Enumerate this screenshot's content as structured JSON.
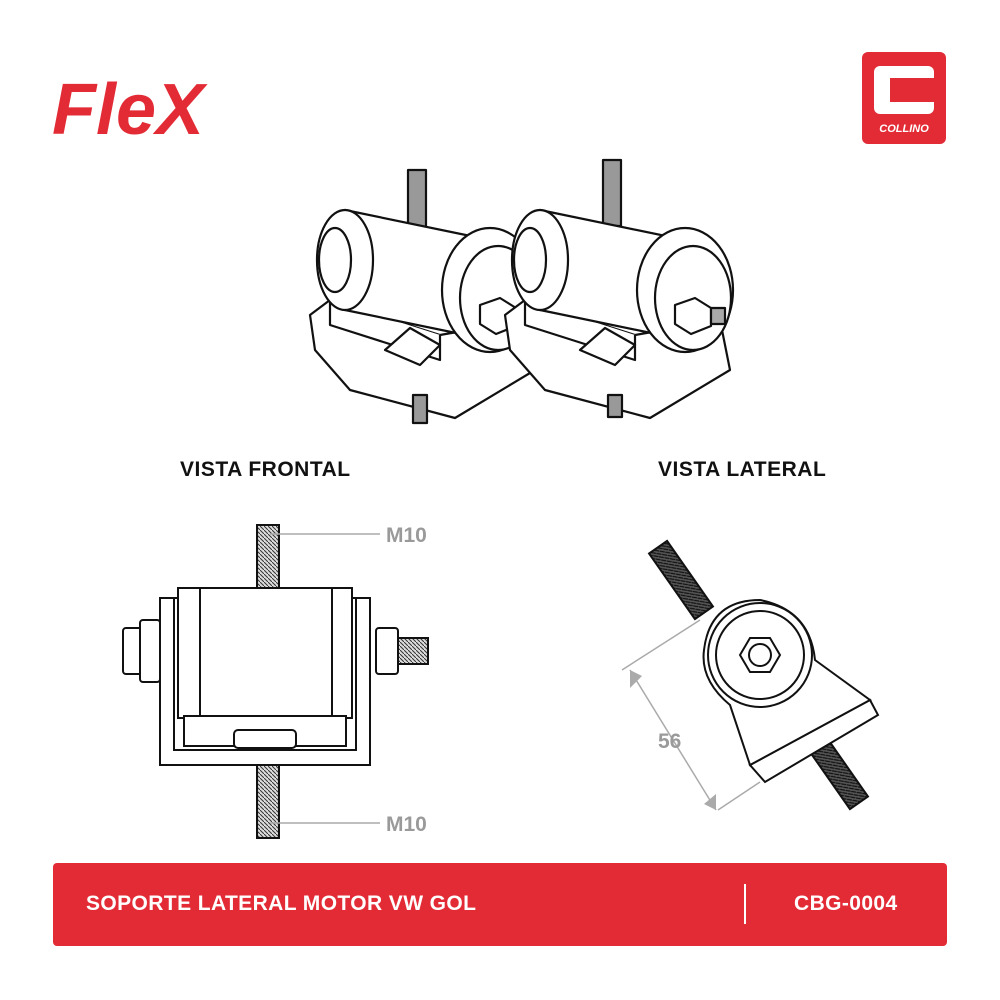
{
  "brand": {
    "logo_text": "FleX",
    "color": "#e32b36"
  },
  "maker": {
    "logo_letter": "C",
    "logo_text": "COLLINO",
    "color": "#e32b36"
  },
  "views": {
    "front_title": "VISTA FRONTAL",
    "side_title": "VISTA LATERAL"
  },
  "dimensions": {
    "thread_top": "M10",
    "thread_bottom": "M10",
    "height": "56"
  },
  "footer": {
    "product_name": "SOPORTE LATERAL MOTOR VW GOL",
    "product_code": "CBG-0004",
    "color": "#e32b36"
  },
  "icons": [
    "flex-logo-icon",
    "collino-logo-icon",
    "engine-mount-icon"
  ]
}
